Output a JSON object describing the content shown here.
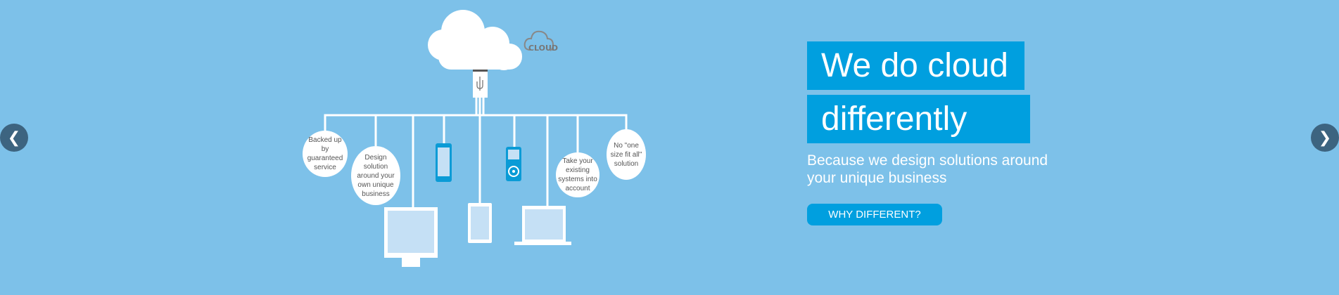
{
  "carousel": {
    "prev_icon": "chevron-left-icon",
    "next_icon": "chevron-right-icon",
    "prev_glyph": "❮",
    "next_glyph": "❯"
  },
  "diagram": {
    "cloud_label": "CLOUD",
    "bubbles": [
      "Backed up by guaranteed service",
      "Design solution around your own unique business",
      "Take your existing systems into account",
      "No \"one size fit all\" solution"
    ]
  },
  "hero": {
    "headline_line1": "We do cloud",
    "headline_line2": "differently",
    "subtitle": "Because we design solutions around your unique business",
    "cta_label": "WHY DIFFERENT?"
  },
  "colors": {
    "background": "#7dc1e9",
    "accent": "#009fdf",
    "device_screen": "#c5e0f5"
  }
}
